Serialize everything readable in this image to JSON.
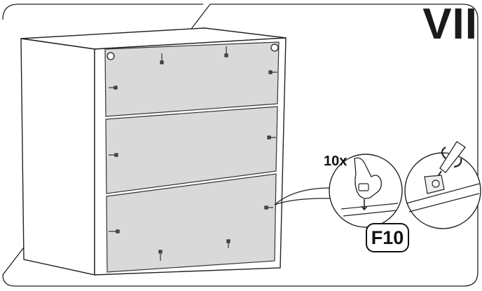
{
  "step": {
    "number": "VII"
  },
  "detail": {
    "quantity": "10x",
    "part_code": "F10"
  },
  "icons": {
    "cabinet": "cabinet-illustration",
    "nail": "nail-icon",
    "hand": "hand-pressing-icon",
    "screwdriver": "screwdriver-icon",
    "rotation": "rotation-arrow-icon"
  },
  "colors": {
    "ink": "#1a1a1a",
    "back_panel": "#d9d9d9",
    "paper": "#ffffff"
  }
}
